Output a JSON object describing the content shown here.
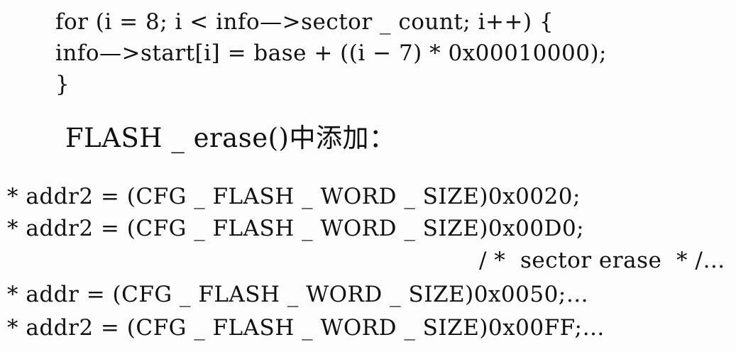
{
  "document": {
    "code_block_1": {
      "line1": "for (i = 8; i < info—>sector _ count; i++) {",
      "line2": "info—>start[i] = base + ((i − 7) * 0x00010000);",
      "line3": "}"
    },
    "heading": "FLASH _ erase()中添加：",
    "code_block_2": {
      "line1": "* addr2 = (CFG _ FLASH _ WORD _ SIZE)0x0020;",
      "line2": "* addr2 = (CFG _ FLASH _ WORD _ SIZE)0x00D0;",
      "line3": "/ *  sector erase  * /…",
      "line4": "* addr = (CFG _ FLASH _ WORD _ SIZE)0x0050;…",
      "line5": "* addr2 = (CFG _ FLASH _ WORD _ SIZE)0x00FF;…"
    }
  }
}
